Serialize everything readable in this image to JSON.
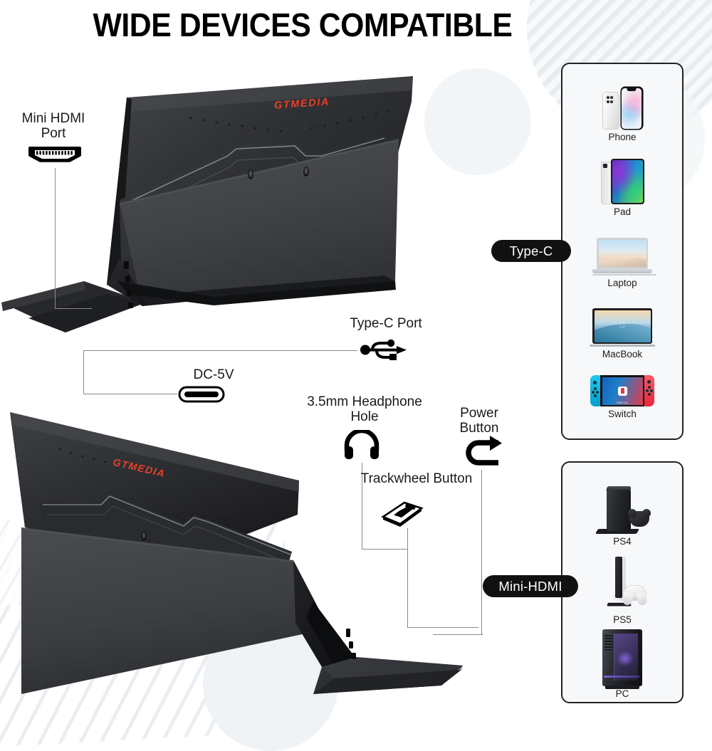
{
  "header": {
    "title": "WIDE DEVICES COMPATIBLE"
  },
  "brand": {
    "logo_text": "GTMEDIA",
    "logo_color": "#e8412b"
  },
  "callouts": [
    {
      "id": "mini-hdmi-port",
      "label": "Mini HDMI\nPort",
      "icon": "hdmi-connector-icon"
    },
    {
      "id": "type-c-port",
      "label": "Type-C Port",
      "icon": "usb-trident-icon"
    },
    {
      "id": "dc-5v",
      "label": "DC-5V",
      "icon": "usb-c-connector-icon"
    },
    {
      "id": "headphone-hole",
      "label": "3.5mm Headphone\nHole",
      "icon": "headphones-icon"
    },
    {
      "id": "trackwheel-button",
      "label": "Trackwheel Button",
      "icon": "rocker-switch-icon"
    },
    {
      "id": "power-button",
      "label": "Power\nButton",
      "icon": "power-curved-arrow-icon"
    }
  ],
  "badges": {
    "type_c": "Type-C",
    "mini_hdmi": "Mini-HDMI"
  },
  "panels": [
    {
      "id": "type-c-devices",
      "badge": "Type-C",
      "devices": [
        {
          "name": "Phone",
          "art": "phone-art"
        },
        {
          "name": "Pad",
          "art": "pad-art"
        },
        {
          "name": "Laptop",
          "art": "laptop-art"
        },
        {
          "name": "MacBook",
          "art": "macbook-art"
        },
        {
          "name": "Switch",
          "art": "switch-art"
        }
      ]
    },
    {
      "id": "mini-hdmi-devices",
      "badge": "Mini-HDMI",
      "devices": [
        {
          "name": "PS4",
          "art": "xbox-console-art"
        },
        {
          "name": "PS5",
          "art": "ps5-console-art"
        },
        {
          "name": "PC",
          "art": "pc-tower-art"
        }
      ]
    }
  ],
  "colors": {
    "background": "#ffffff",
    "title": "#000000",
    "badge_bg": "#111111",
    "badge_text": "#ffffff",
    "panel_bg": "#f7f8f9",
    "panel_border": "#222222",
    "leader_line": "#8a8a8a",
    "brand_red": "#e8412b",
    "switch_left_joycon": "#00c3e3",
    "switch_right_joycon": "#ff4554"
  }
}
